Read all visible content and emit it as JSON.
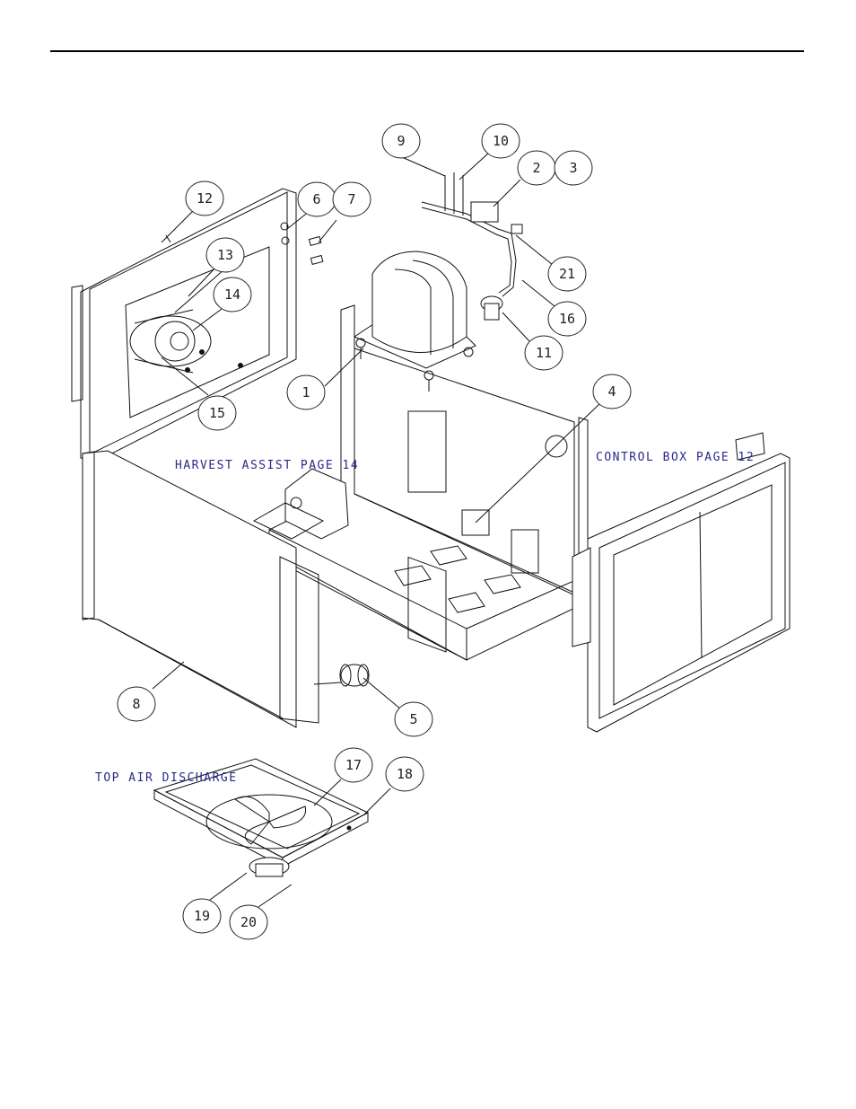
{
  "drawing": {
    "callouts": [
      {
        "id": "1",
        "label": "1"
      },
      {
        "id": "2",
        "label": "2"
      },
      {
        "id": "3",
        "label": "3"
      },
      {
        "id": "4",
        "label": "4"
      },
      {
        "id": "5",
        "label": "5"
      },
      {
        "id": "6",
        "label": "6"
      },
      {
        "id": "7",
        "label": "7"
      },
      {
        "id": "8",
        "label": "8"
      },
      {
        "id": "9",
        "label": "9"
      },
      {
        "id": "10",
        "label": "10"
      },
      {
        "id": "11",
        "label": "11"
      },
      {
        "id": "12",
        "label": "12"
      },
      {
        "id": "13",
        "label": "13"
      },
      {
        "id": "14",
        "label": "14"
      },
      {
        "id": "15",
        "label": "15"
      },
      {
        "id": "16",
        "label": "16"
      },
      {
        "id": "17",
        "label": "17"
      },
      {
        "id": "18",
        "label": "18"
      },
      {
        "id": "19",
        "label": "19"
      },
      {
        "id": "20",
        "label": "20"
      },
      {
        "id": "21",
        "label": "21"
      }
    ],
    "notes": {
      "harvest_assist": "HARVEST ASSIST PAGE 14",
      "control_box": "CONTROL BOX PAGE 12",
      "top_air_discharge": "TOP AIR DISCHARGE"
    },
    "note_color": "#2a2a8c"
  }
}
